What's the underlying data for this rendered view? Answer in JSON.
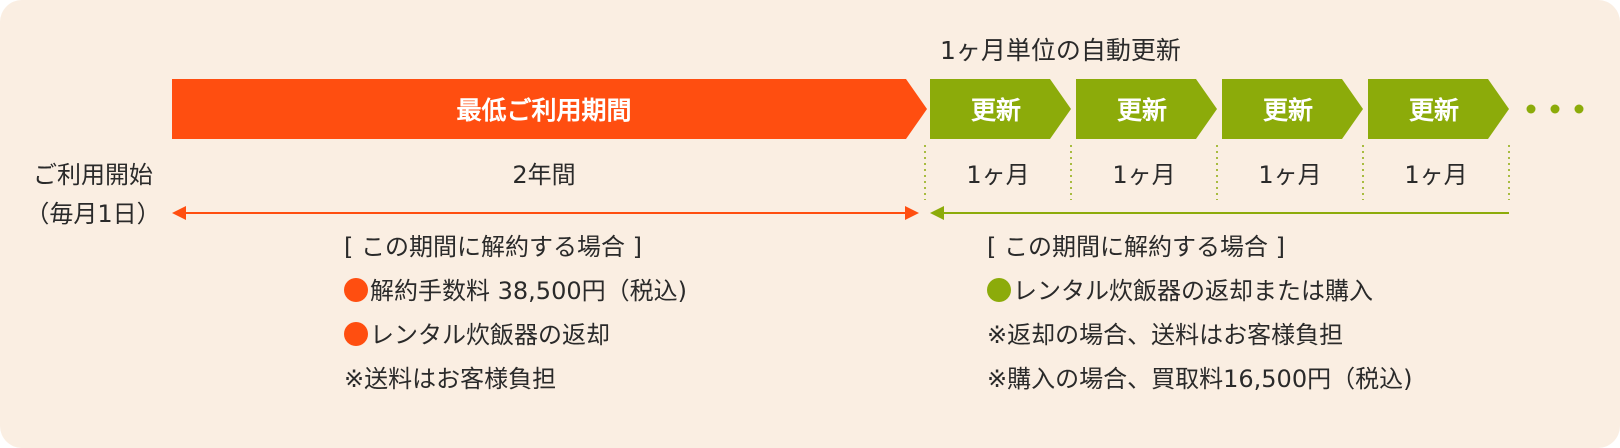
{
  "colors": {
    "background": "#faeee2",
    "minimum_period": "#ff4e10",
    "renewal": "#8cab0a",
    "text": "#2a2a2a"
  },
  "start": {
    "line1": "ご利用開始",
    "line2": "（毎月1日）"
  },
  "minimum": {
    "bar_label": "最低ご利用期間",
    "duration": "2年間",
    "cancel_header": "[ この期間に解約する場合 ]",
    "item1": "解約手数料 38,500円（税込)",
    "item2": "レンタル炊飯器の返却",
    "note": "※送料はお客様負担"
  },
  "renewal": {
    "title": "1ヶ月単位の自動更新",
    "blocks": [
      {
        "label": "更新",
        "duration": "1ヶ月"
      },
      {
        "label": "更新",
        "duration": "1ヶ月"
      },
      {
        "label": "更新",
        "duration": "1ヶ月"
      },
      {
        "label": "更新",
        "duration": "1ヶ月"
      }
    ],
    "cancel_header": "[ この期間に解約する場合 ]",
    "item1": "レンタル炊飯器の返却または購入",
    "note1": "※返却の場合、送料はお客様負担",
    "note2": "※購入の場合、買取料16,500円（税込)"
  }
}
